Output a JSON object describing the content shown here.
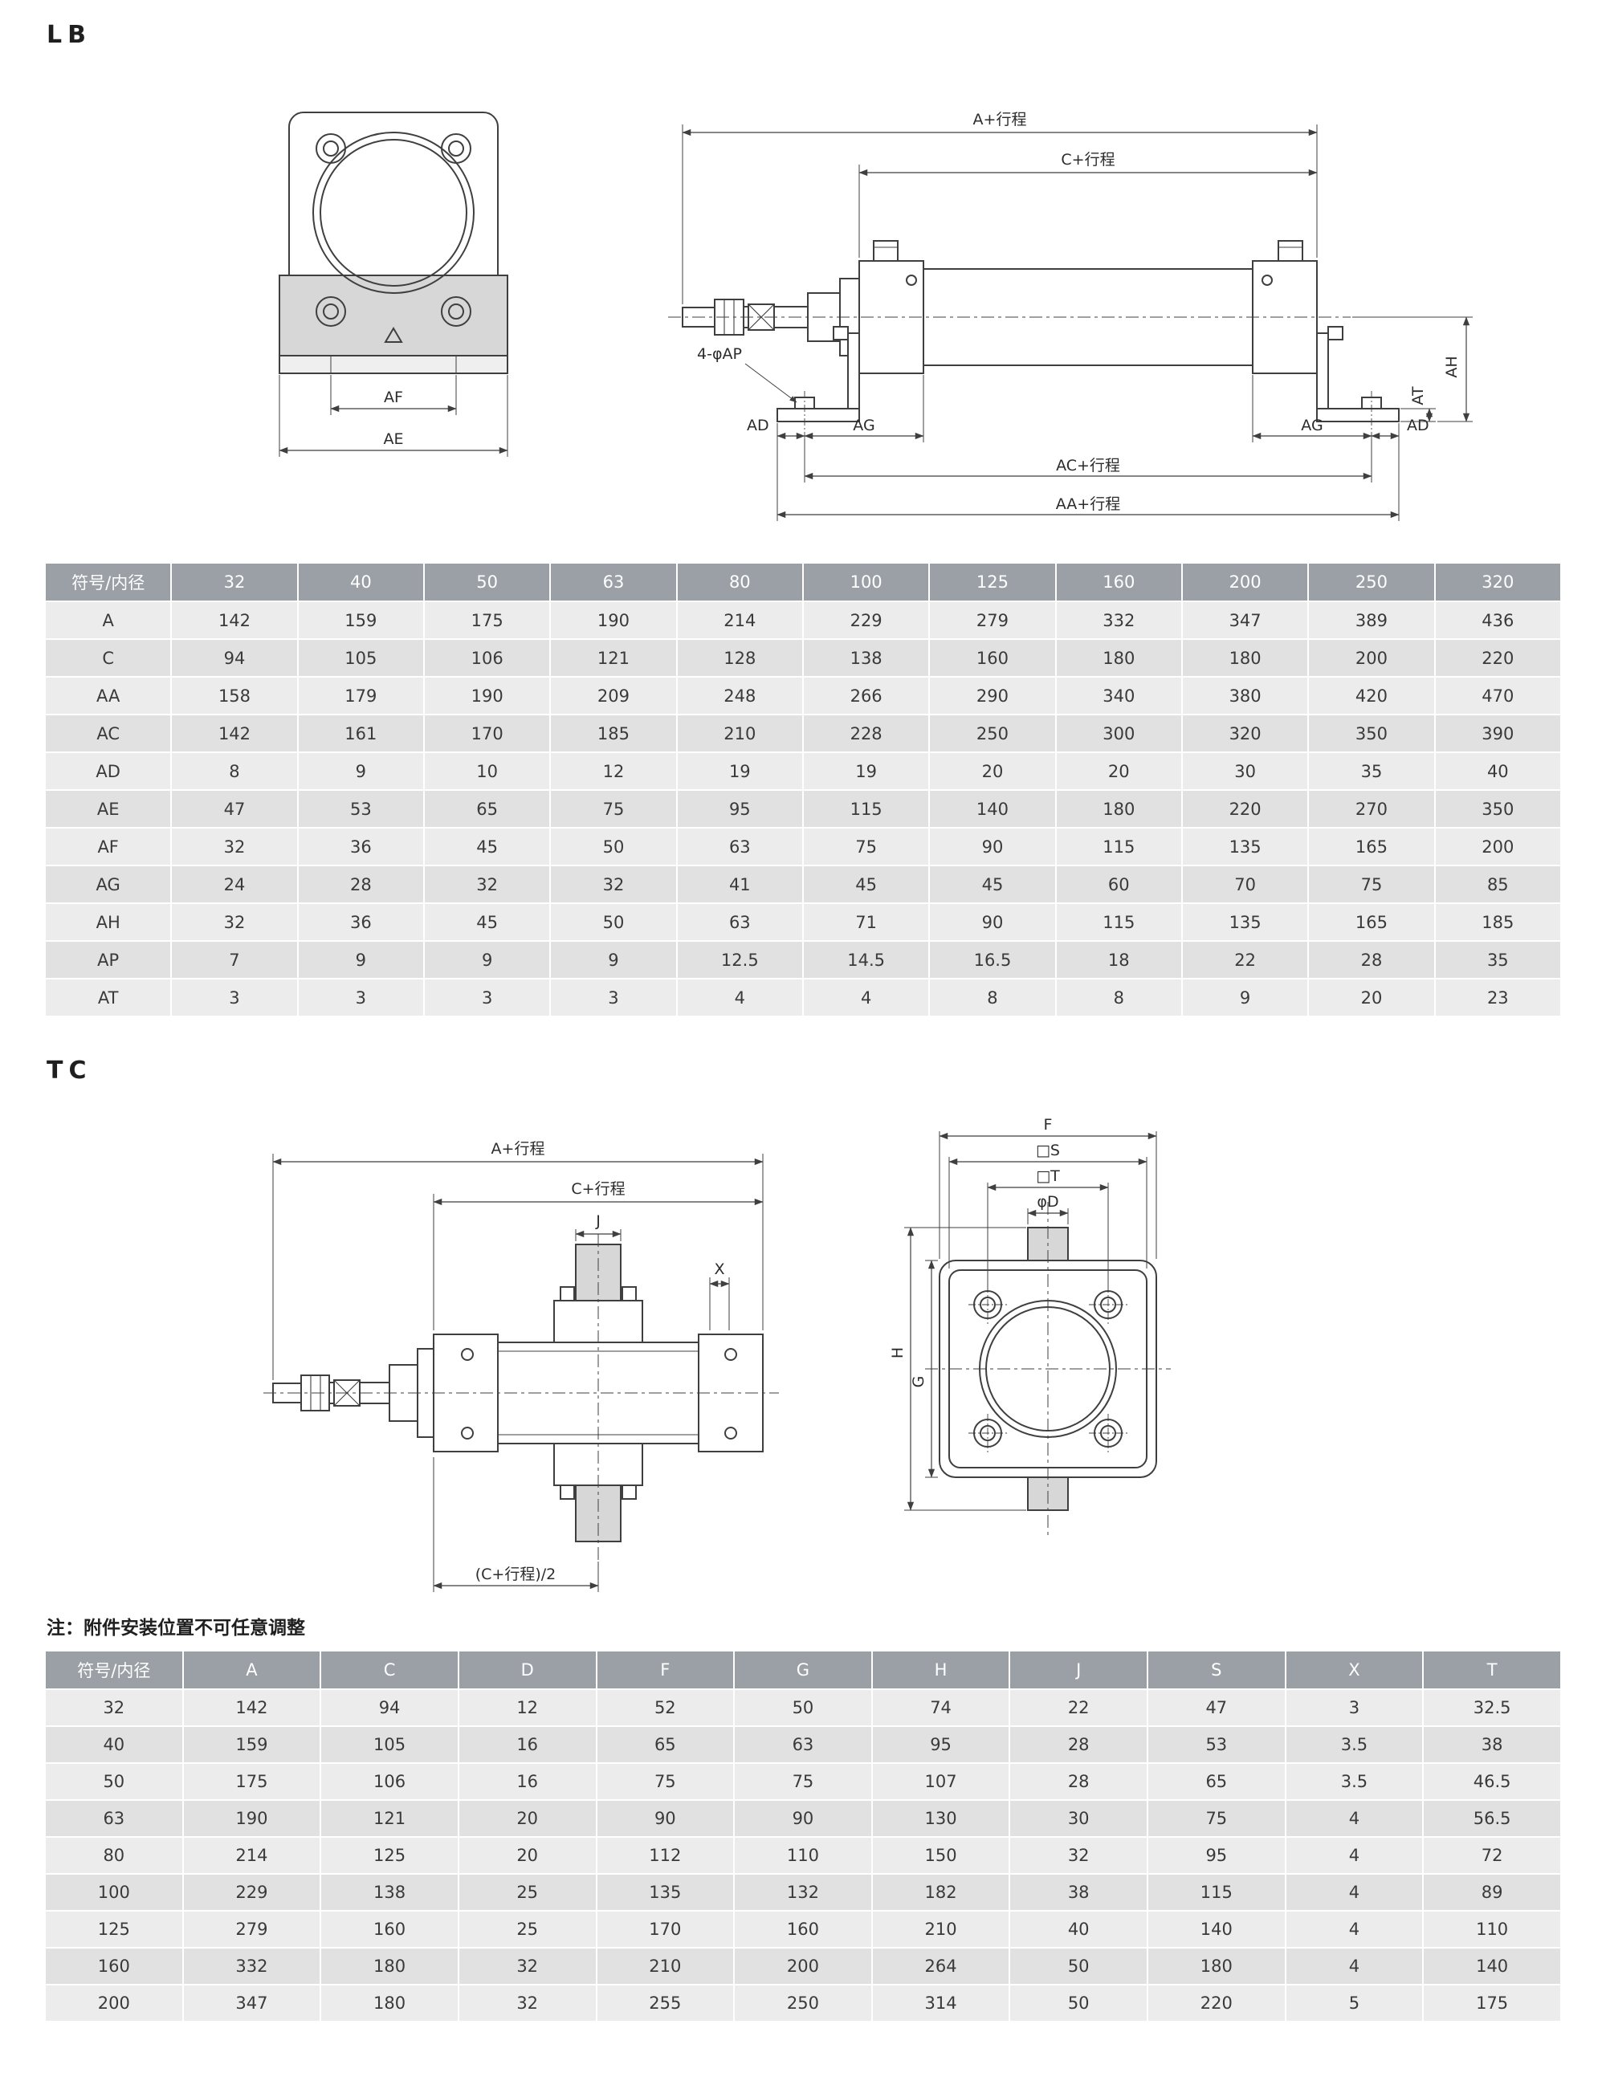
{
  "lb": {
    "label": "LB",
    "front": {
      "af": "AF",
      "ae": "AE"
    },
    "side": {
      "a": "A+行程",
      "c": "C+行程",
      "ap": "4-φAP",
      "ad": "AD",
      "ag": "AG",
      "ac": "AC+行程",
      "aa": "AA+行程",
      "at": "AT",
      "ah": "AH"
    },
    "table": {
      "header": [
        "符号/内径",
        "32",
        "40",
        "50",
        "63",
        "80",
        "100",
        "125",
        "160",
        "200",
        "250",
        "320"
      ],
      "rows": [
        [
          "A",
          "142",
          "159",
          "175",
          "190",
          "214",
          "229",
          "279",
          "332",
          "347",
          "389",
          "436"
        ],
        [
          "C",
          "94",
          "105",
          "106",
          "121",
          "128",
          "138",
          "160",
          "180",
          "180",
          "200",
          "220"
        ],
        [
          "AA",
          "158",
          "179",
          "190",
          "209",
          "248",
          "266",
          "290",
          "340",
          "380",
          "420",
          "470"
        ],
        [
          "AC",
          "142",
          "161",
          "170",
          "185",
          "210",
          "228",
          "250",
          "300",
          "320",
          "350",
          "390"
        ],
        [
          "AD",
          "8",
          "9",
          "10",
          "12",
          "19",
          "19",
          "20",
          "20",
          "30",
          "35",
          "40"
        ],
        [
          "AE",
          "47",
          "53",
          "65",
          "75",
          "95",
          "115",
          "140",
          "180",
          "220",
          "270",
          "350"
        ],
        [
          "AF",
          "32",
          "36",
          "45",
          "50",
          "63",
          "75",
          "90",
          "115",
          "135",
          "165",
          "200"
        ],
        [
          "AG",
          "24",
          "28",
          "32",
          "32",
          "41",
          "45",
          "45",
          "60",
          "70",
          "75",
          "85"
        ],
        [
          "AH",
          "32",
          "36",
          "45",
          "50",
          "63",
          "71",
          "90",
          "115",
          "135",
          "165",
          "185"
        ],
        [
          "AP",
          "7",
          "9",
          "9",
          "9",
          "12.5",
          "14.5",
          "16.5",
          "18",
          "22",
          "28",
          "35"
        ],
        [
          "AT",
          "3",
          "3",
          "3",
          "3",
          "4",
          "4",
          "8",
          "8",
          "9",
          "20",
          "23"
        ]
      ]
    }
  },
  "tc": {
    "label": "TC",
    "side": {
      "a": "A+行程",
      "c": "C+行程",
      "j": "J",
      "x": "X",
      "half": "(C+行程)/2"
    },
    "end": {
      "f": "F",
      "s": "□S",
      "t": "□T",
      "d": "φD",
      "h": "H",
      "g": "G"
    },
    "note": "注：附件安装位置不可任意调整",
    "table": {
      "header": [
        "符号/内径",
        "A",
        "C",
        "D",
        "F",
        "G",
        "H",
        "J",
        "S",
        "X",
        "T"
      ],
      "rows": [
        [
          "32",
          "142",
          "94",
          "12",
          "52",
          "50",
          "74",
          "22",
          "47",
          "3",
          "32.5"
        ],
        [
          "40",
          "159",
          "105",
          "16",
          "65",
          "63",
          "95",
          "28",
          "53",
          "3.5",
          "38"
        ],
        [
          "50",
          "175",
          "106",
          "16",
          "75",
          "75",
          "107",
          "28",
          "65",
          "3.5",
          "46.5"
        ],
        [
          "63",
          "190",
          "121",
          "20",
          "90",
          "90",
          "130",
          "30",
          "75",
          "4",
          "56.5"
        ],
        [
          "80",
          "214",
          "125",
          "20",
          "112",
          "110",
          "150",
          "32",
          "95",
          "4",
          "72"
        ],
        [
          "100",
          "229",
          "138",
          "25",
          "135",
          "132",
          "182",
          "38",
          "115",
          "4",
          "89"
        ],
        [
          "125",
          "279",
          "160",
          "25",
          "170",
          "160",
          "210",
          "40",
          "140",
          "4",
          "110"
        ],
        [
          "160",
          "332",
          "180",
          "32",
          "210",
          "200",
          "264",
          "50",
          "180",
          "4",
          "140"
        ],
        [
          "200",
          "347",
          "180",
          "32",
          "255",
          "250",
          "314",
          "50",
          "220",
          "5",
          "175"
        ]
      ]
    }
  },
  "colors": {
    "table_header_bg": "#9aa0a6",
    "row_light": "#ececec",
    "row_dark": "#e1e1e1",
    "line": "#3f3f3f",
    "bracket_fill": "#d7d7d7"
  }
}
